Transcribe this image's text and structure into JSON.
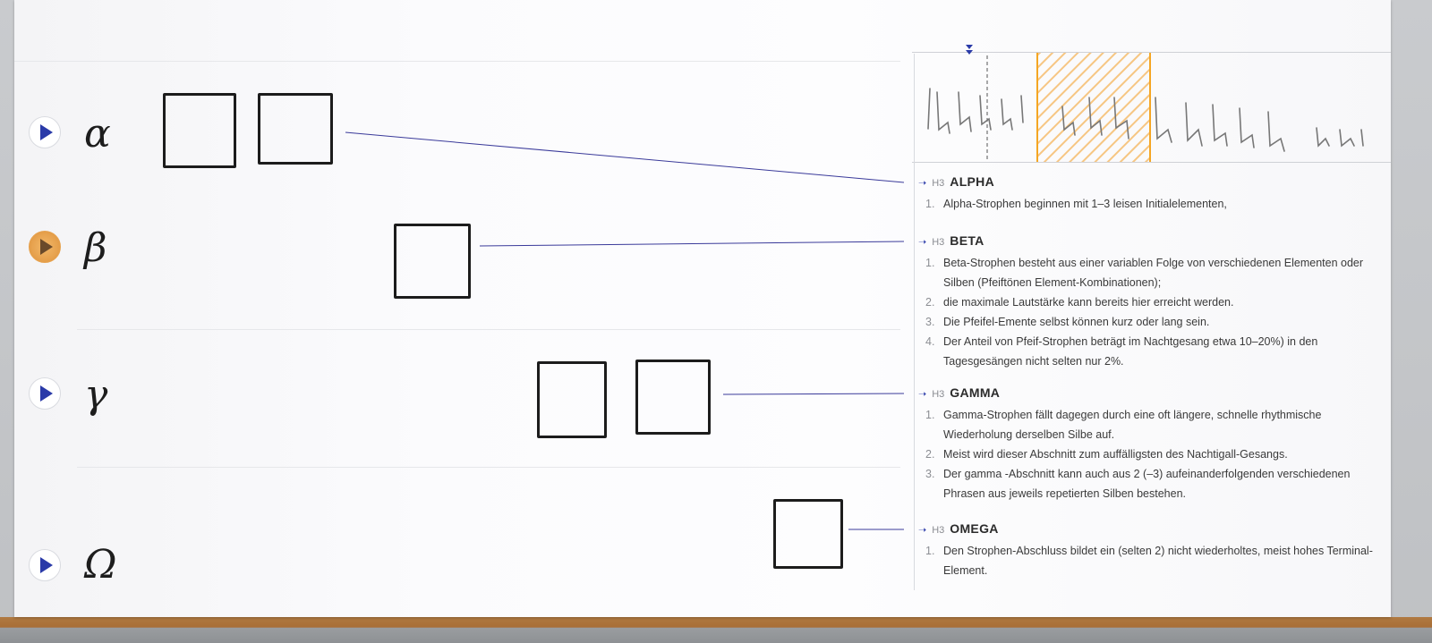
{
  "rows": [
    {
      "symbol": "α",
      "play_icon": "play-icon",
      "active": false
    },
    {
      "symbol": "β",
      "play_icon": "play-icon",
      "active": true
    },
    {
      "symbol": "γ",
      "play_icon": "play-icon",
      "active": false
    },
    {
      "symbol": "Ω",
      "play_icon": "play-icon",
      "active": false
    }
  ],
  "sections": [
    {
      "level": "H3",
      "title": "ALPHA",
      "items": [
        {
          "num": "1.",
          "text": "Alpha-Strophen beginnen mit 1–3 leisen Initialelementen,"
        }
      ]
    },
    {
      "level": "H3",
      "title": "BETA",
      "items": [
        {
          "num": "1.",
          "text": "Beta-Strophen besteht aus einer variablen Folge von verschiedenen Elementen oder Silben (Pfeiftönen Element-Kombinationen);"
        },
        {
          "num": "2.",
          "text": "die maximale Lautstärke kann bereits hier erreicht werden."
        },
        {
          "num": "3.",
          "text": "Die Pfeifel-Emente selbst können kurz oder lang sein."
        },
        {
          "num": "4.",
          "text": "Der Anteil von Pfeif-Strophen beträgt im Nachtgesang etwa 10–20%) in den Tagesgesängen nicht selten nur 2%."
        }
      ]
    },
    {
      "level": "H3",
      "title": "GAMMA",
      "items": [
        {
          "num": "1.",
          "text": "Gamma-Strophen fällt dagegen durch eine oft längere, schnelle rhythmische Wiederholung derselben Silbe auf."
        },
        {
          "num": "2.",
          "text": "Meist wird dieser Abschnitt zum auffälligsten des Nachtigall-Gesangs."
        },
        {
          "num": "3.",
          "text": "Der gamma  -Abschnitt kann auch aus 2 (–3) aufeinanderfolgenden verschiedenen Phrasen aus jeweils repetierten Silben bestehen."
        }
      ]
    },
    {
      "level": "H3",
      "title": "OMEGA",
      "items": [
        {
          "num": "1.",
          "text": "Den Strophen-Abschluss bildet ein (selten 2) nicht wiederholtes, meist hohes Terminal-Element."
        }
      ]
    }
  ],
  "colors": {
    "accent": "#2a3aa8",
    "highlight": "#f5a623",
    "ink": "#1c1c1c"
  }
}
